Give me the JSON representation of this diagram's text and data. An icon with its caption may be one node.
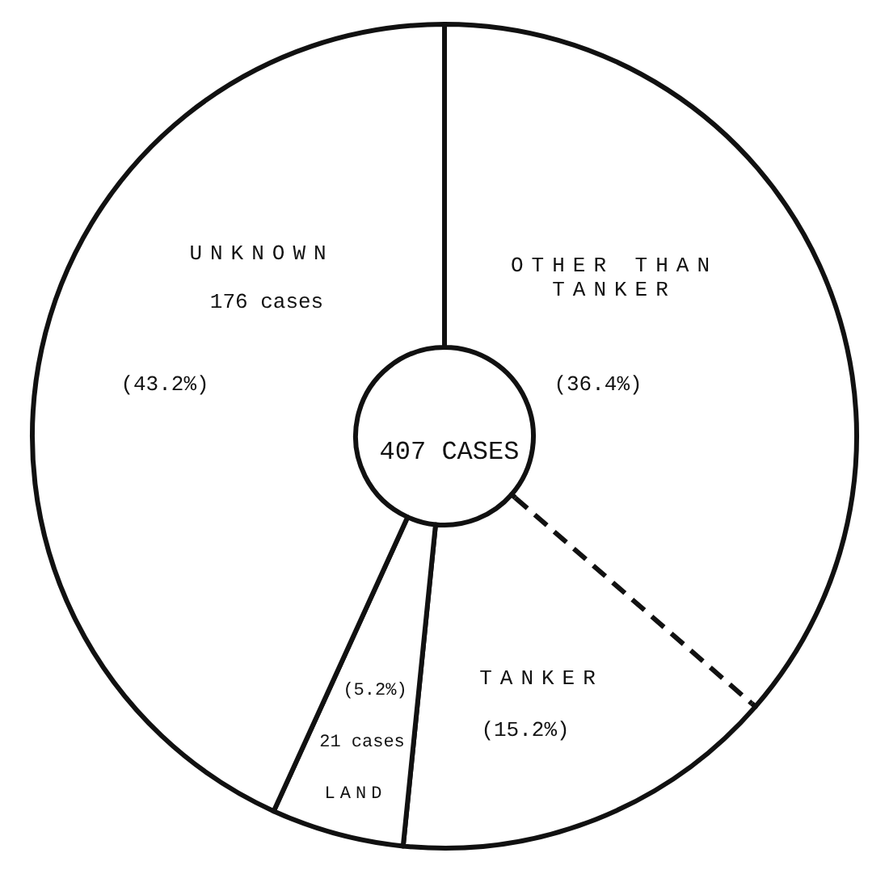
{
  "diagram": {
    "labels": [
      "407 CASES",
      "176 cases",
      "21 cases"
    ],
    "chart_data": {
      "type": "donut",
      "categories": [
        "OTHER THAN TANKER",
        "TANKER",
        "LAND",
        "UNKNOWN"
      ],
      "values": [
        36.4,
        15.2,
        5.2,
        43.2
      ],
      "value_labels": [
        "(36.4%)",
        "(15.2%)",
        "(5.2%)",
        "(43.2%)"
      ]
    }
  }
}
